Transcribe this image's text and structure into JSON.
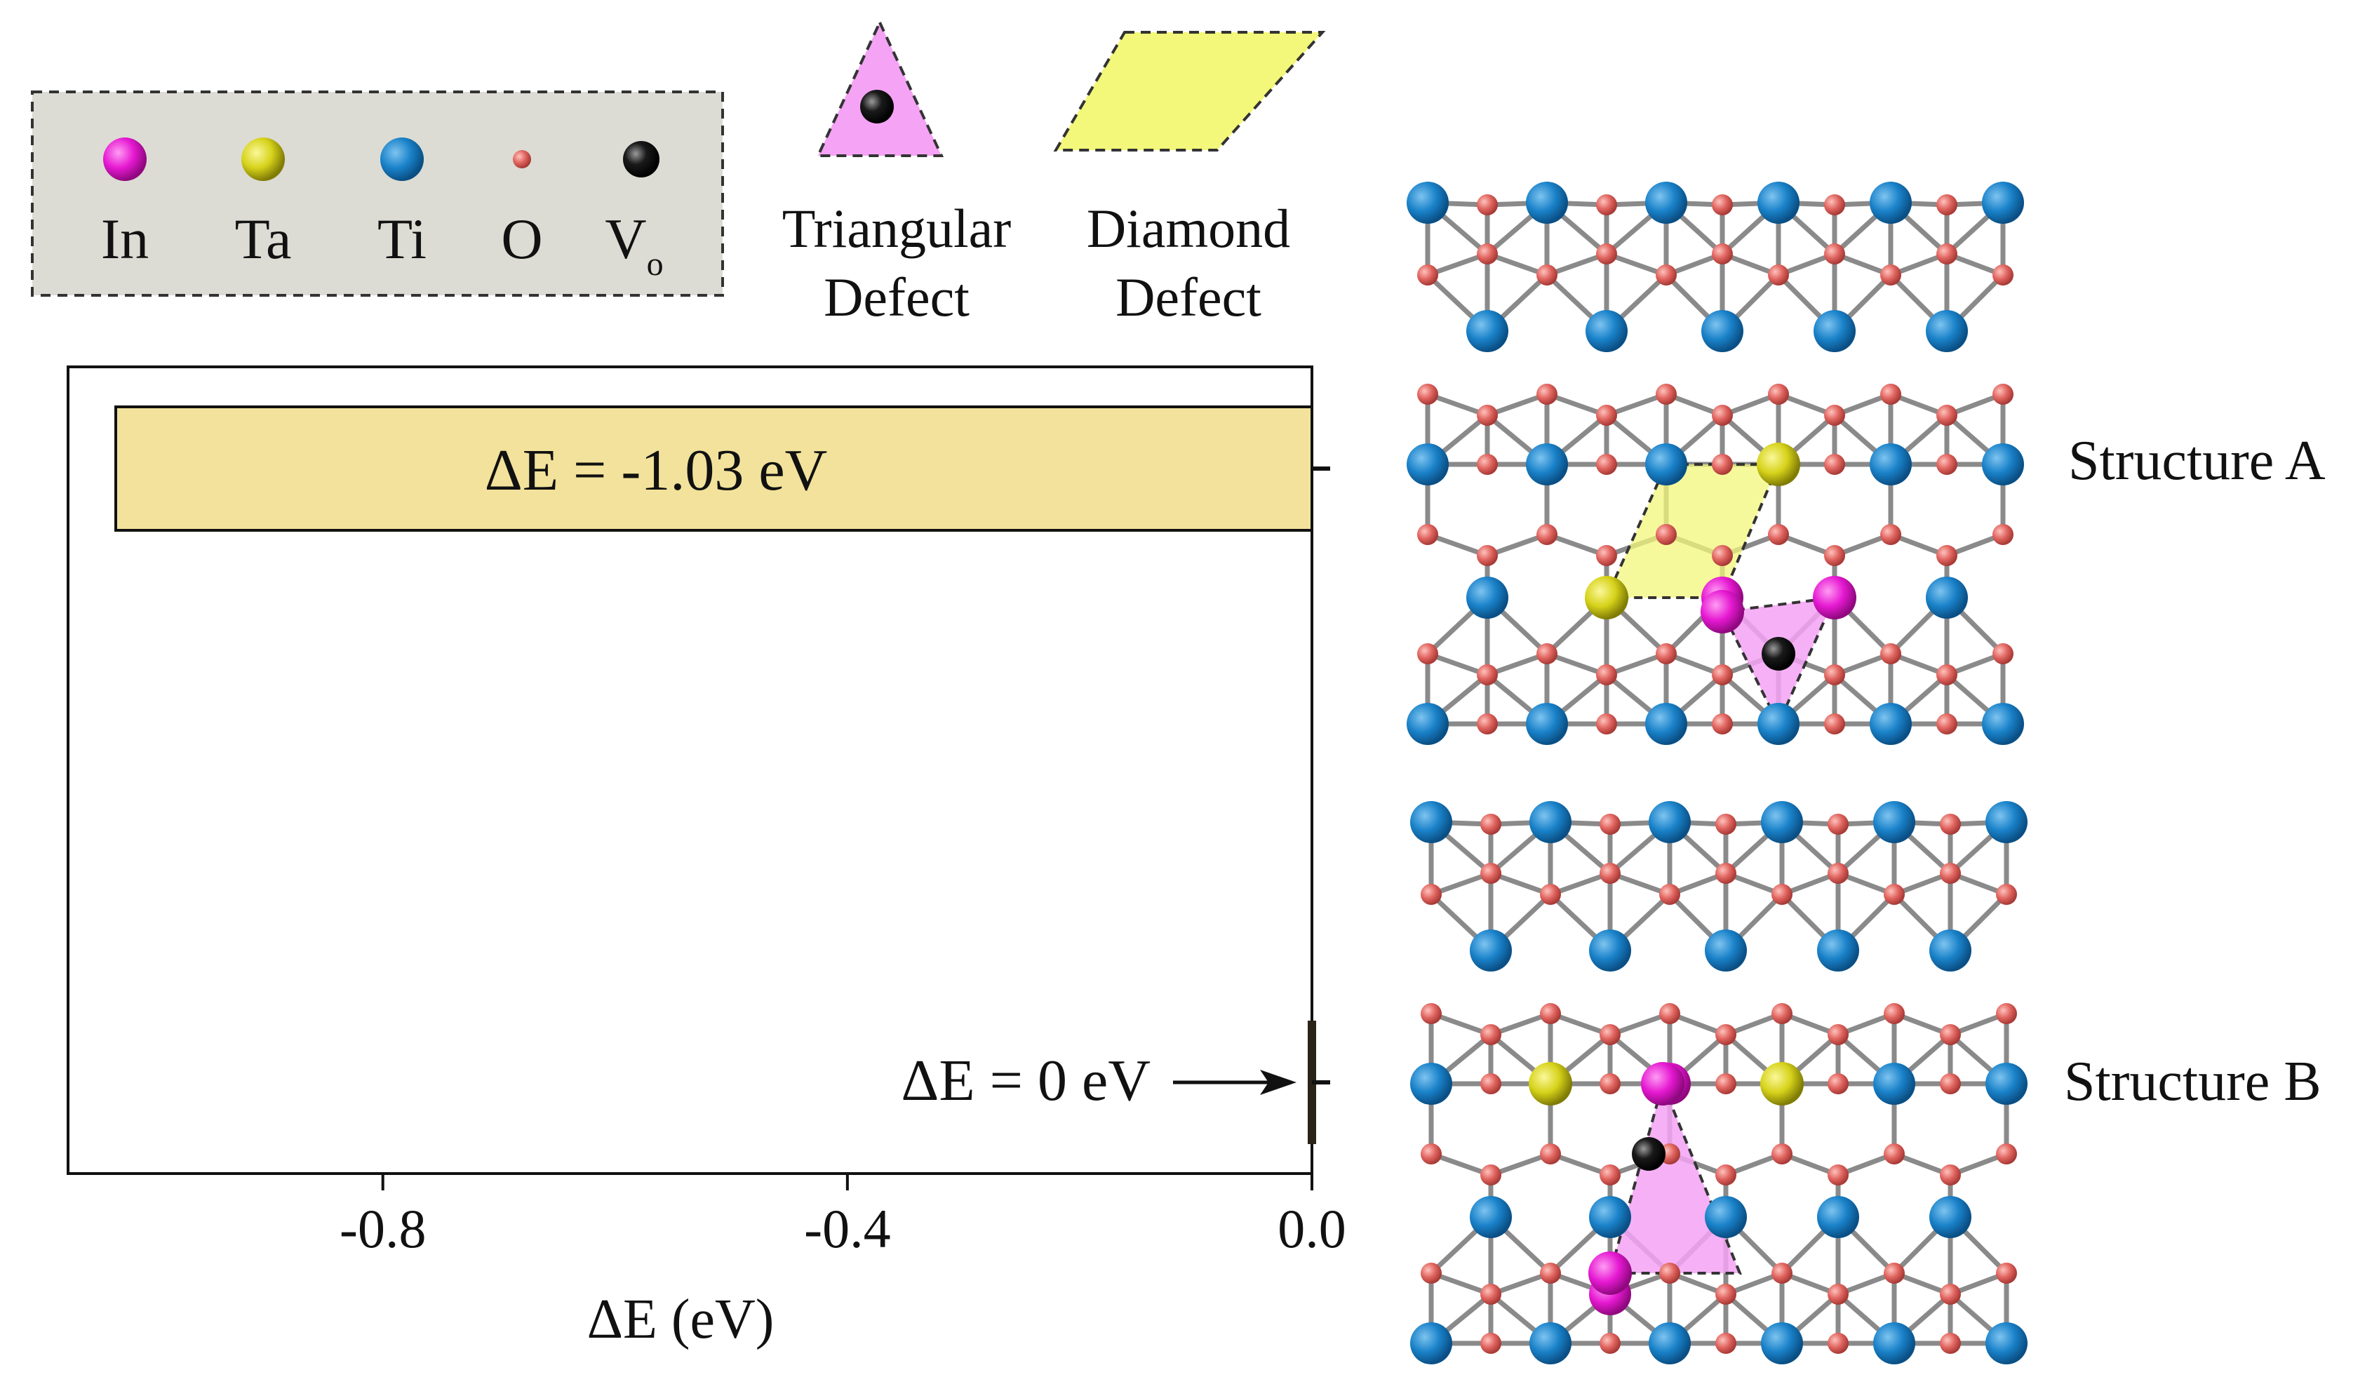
{
  "legend": {
    "items": [
      {
        "label": "In",
        "color": "#e619d2"
      },
      {
        "label": "Ta",
        "color": "#d6d21a"
      },
      {
        "label": "Ti",
        "color": "#1a82c9"
      },
      {
        "label": "O",
        "color": "#e0645f"
      },
      {
        "label": "V",
        "sub": "o",
        "color": "#1a1a1a"
      }
    ]
  },
  "defects": {
    "triangular": {
      "line1": "Triangular",
      "line2": "Defect",
      "color": "#f5a3f5"
    },
    "diamond": {
      "line1": "Diamond",
      "line2": "Defect",
      "color": "#f3f77a"
    }
  },
  "structures": {
    "a": {
      "label": "Structure A"
    },
    "b": {
      "label": "Structure B"
    }
  },
  "colors": {
    "bar": "#f2e29b",
    "ti": "#1a82c9",
    "o": "#e0645f",
    "in": "#e619d2",
    "ta": "#d6d21a",
    "vo": "#1a1a1a",
    "bond": "#8a8a8a",
    "tri_fill": "#f5a3f5",
    "dia_fill": "#f3f77a",
    "legend_bg": "#dcdcd4"
  },
  "chart_data": {
    "type": "bar",
    "orientation": "horizontal",
    "categories": [
      "Structure A",
      "Structure B"
    ],
    "values": [
      -1.03,
      0.0
    ],
    "data_labels": [
      "ΔE = -1.03  eV",
      "ΔE = 0  eV"
    ],
    "xlabel": "ΔE (eV)",
    "xlim": [
      -1.08,
      0.0
    ],
    "xticks": [
      -0.8,
      -0.4,
      0.0
    ],
    "xtick_labels": [
      "-0.8",
      "-0.4",
      "0.0"
    ]
  }
}
